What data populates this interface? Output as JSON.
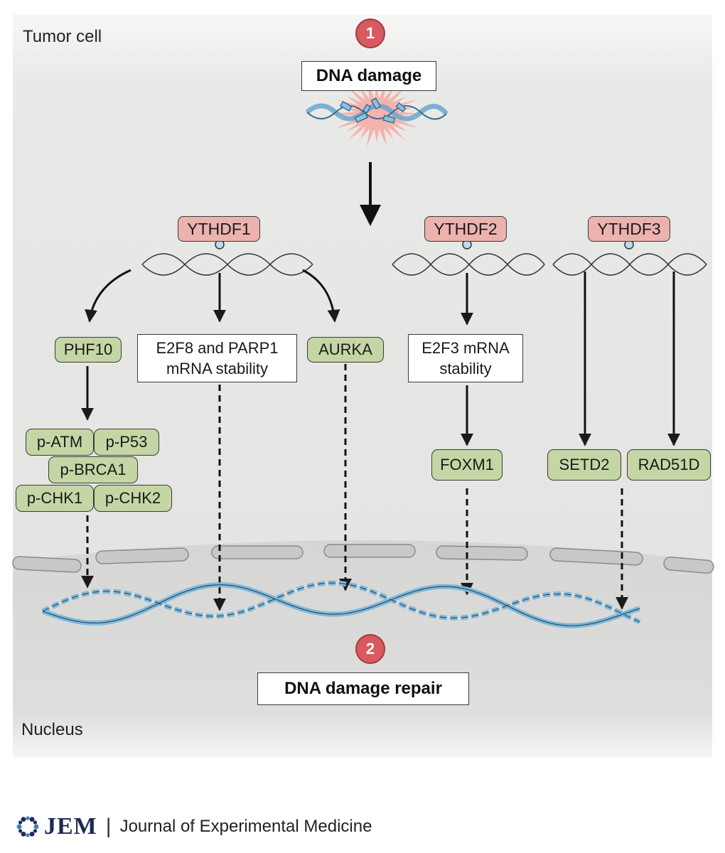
{
  "regions": {
    "tumor_cell": "Tumor cell",
    "nucleus": "Nucleus"
  },
  "steps": {
    "one": "1",
    "two": "2"
  },
  "top_box": "DNA damage",
  "bottom_box": "DNA damage repair",
  "readers": {
    "ythdf1": "YTHDF1",
    "ythdf2": "YTHDF2",
    "ythdf3": "YTHDF3"
  },
  "targets": {
    "phf10": "PHF10",
    "aurka": "AURKA",
    "foxm1": "FOXM1",
    "setd2": "SETD2",
    "rad51d": "RAD51D"
  },
  "stability_boxes": {
    "e2f8_line1": "E2F8 and PARP1",
    "e2f8_line2": "mRNA stability",
    "e2f3_line1": "E2F3 mRNA",
    "e2f3_line2": "stability"
  },
  "phospho": {
    "p_atm": "p-ATM",
    "p_p53": "p-P53",
    "p_brca1": "p-BRCA1",
    "p_chk1": "p-CHK1",
    "p_chk2": "p-CHK2"
  },
  "footer": {
    "brand": "JEM",
    "journal": "Journal of Experimental Medicine"
  },
  "colors": {
    "cytoplasm": "#ebebe9",
    "nucleus": "#dcdcda",
    "green_box": "#c5d6a5",
    "pink_box": "#ecb2ae",
    "step_circle": "#d65a5f",
    "dna_blue": "#7fb9dc",
    "damage_burst": "#f4b3ad"
  }
}
